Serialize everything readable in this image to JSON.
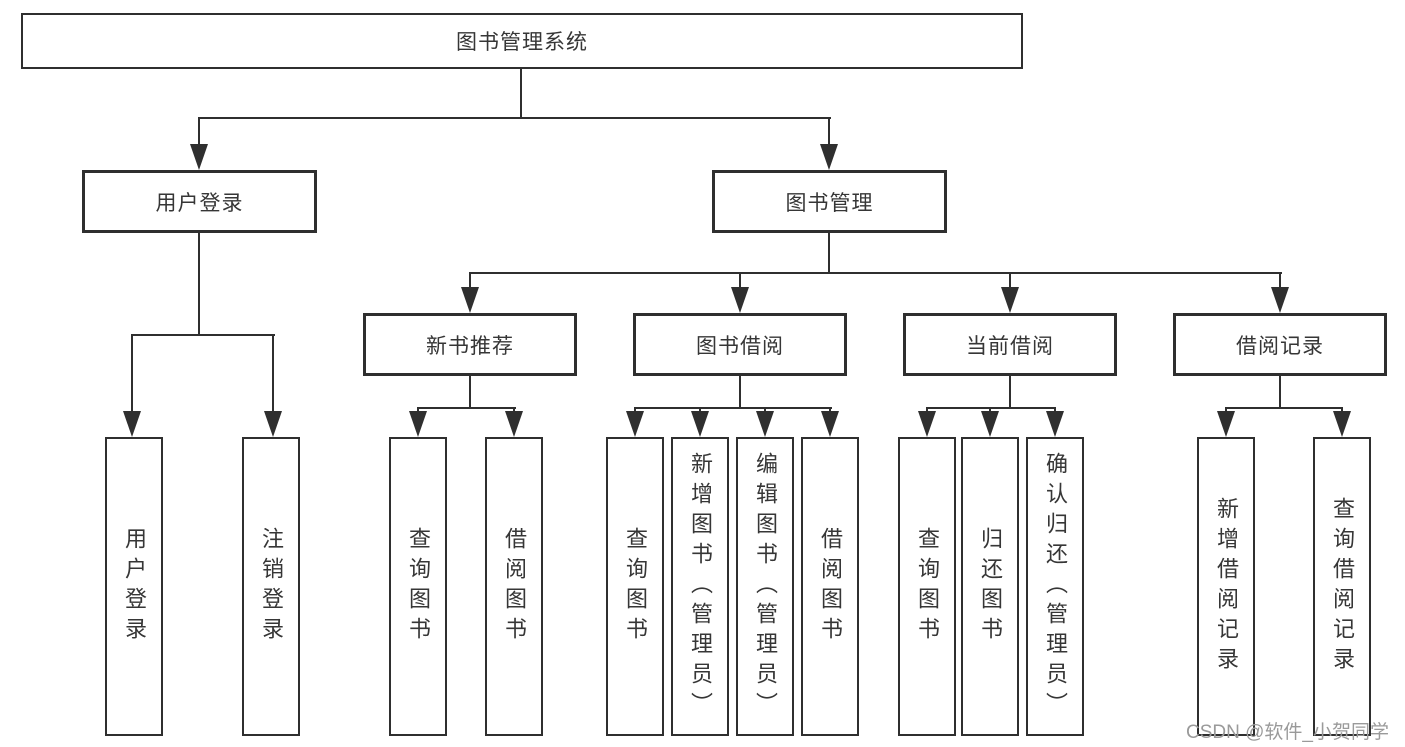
{
  "diagram": {
    "background_color": "#ffffff",
    "line_color": "#2f2f2f",
    "text_color": "#363636"
  },
  "tree": {
    "root": {
      "label": "图书管理系统"
    },
    "level2": [
      {
        "label": "用户登录"
      },
      {
        "label": "图书管理"
      }
    ],
    "level3": [
      {
        "label": "新书推荐",
        "parent": "图书管理"
      },
      {
        "label": "图书借阅",
        "parent": "图书管理"
      },
      {
        "label": "当前借阅",
        "parent": "图书管理"
      },
      {
        "label": "借阅记录",
        "parent": "图书管理"
      }
    ],
    "leaves": [
      {
        "label": "用户登录",
        "parent": "用户登录"
      },
      {
        "label": "注销登录",
        "parent": "用户登录"
      },
      {
        "label": "查询图书",
        "parent": "新书推荐"
      },
      {
        "label": "借阅图书",
        "parent": "新书推荐"
      },
      {
        "label": "查询图书",
        "parent": "图书借阅"
      },
      {
        "label": "新增图书（管理员）",
        "parent": "图书借阅"
      },
      {
        "label": "编辑图书（管理员）",
        "parent": "图书借阅"
      },
      {
        "label": "借阅图书",
        "parent": "图书借阅"
      },
      {
        "label": "查询图书",
        "parent": "当前借阅"
      },
      {
        "label": "归还图书",
        "parent": "当前借阅"
      },
      {
        "label": "确认归还（管理员）",
        "parent": "当前借阅"
      },
      {
        "label": "新增借阅记录",
        "parent": "借阅记录"
      },
      {
        "label": "查询借阅记录",
        "parent": "借阅记录"
      }
    ]
  },
  "watermark": {
    "text": "CSDN @软件_小贺同学",
    "color": "#9a9a9a"
  }
}
